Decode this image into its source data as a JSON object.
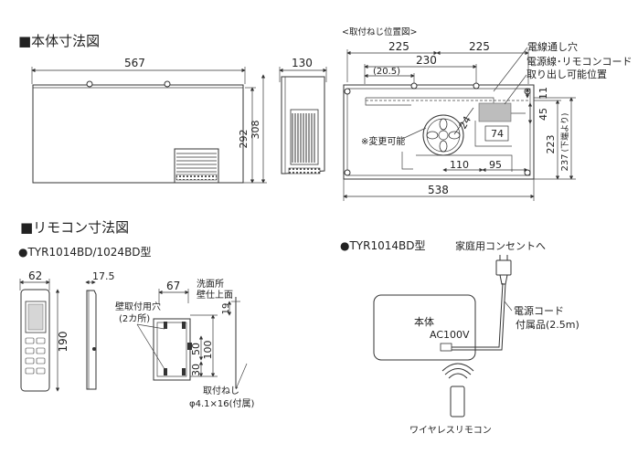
{
  "sections": {
    "main_dims_title": "■本体寸法図",
    "remote_dims_title": "■リモコン寸法図",
    "remote_model_a": "●TYR1014BD/1024BD型",
    "remote_model_b": "●TYR1014BD型",
    "mount_pos_title": "<取付ねじ位置図>"
  },
  "unit": {
    "width": "567",
    "height_outer": "308",
    "height_inner": "292",
    "depth": "130"
  },
  "mount": {
    "d225a": "225",
    "d225b": "225",
    "d230": "230",
    "d20_5": "(20.5)",
    "d11": "11",
    "d45": "45",
    "d24": "24",
    "d74": "74",
    "d223": "223",
    "d237": "237",
    "d237_note": "(下端より)",
    "d110": "110",
    "d95": "95",
    "d538": "538",
    "note_changeable": "※変更可能",
    "label_wire_hole": "電線通し穴",
    "label_cord_pos_1": "電源線･リモコンコード",
    "label_cord_pos_2": "取り出し可能位置"
  },
  "remote": {
    "width": "62",
    "depth": "17.5",
    "height": "190",
    "bracket_width": "67",
    "d50": "50",
    "d100": "100",
    "d30": "30",
    "d19": "19",
    "label_wall_hole_1": "壁取付用穴",
    "label_wall_hole_2": "(2カ所)",
    "label_sink_1": "洗面所",
    "label_sink_2": "壁仕上面",
    "label_screw_1": "取付ねじ",
    "label_screw_2": "φ4.1×16(付属)"
  },
  "wiring": {
    "outlet_label": "家庭用コンセントへ",
    "body_label": "本体",
    "voltage_label": "AC100V",
    "cord_label_1": "電源コード",
    "cord_label_2": "付属品(2.5m)",
    "wireless_label": "ワイヤレスリモコン"
  }
}
